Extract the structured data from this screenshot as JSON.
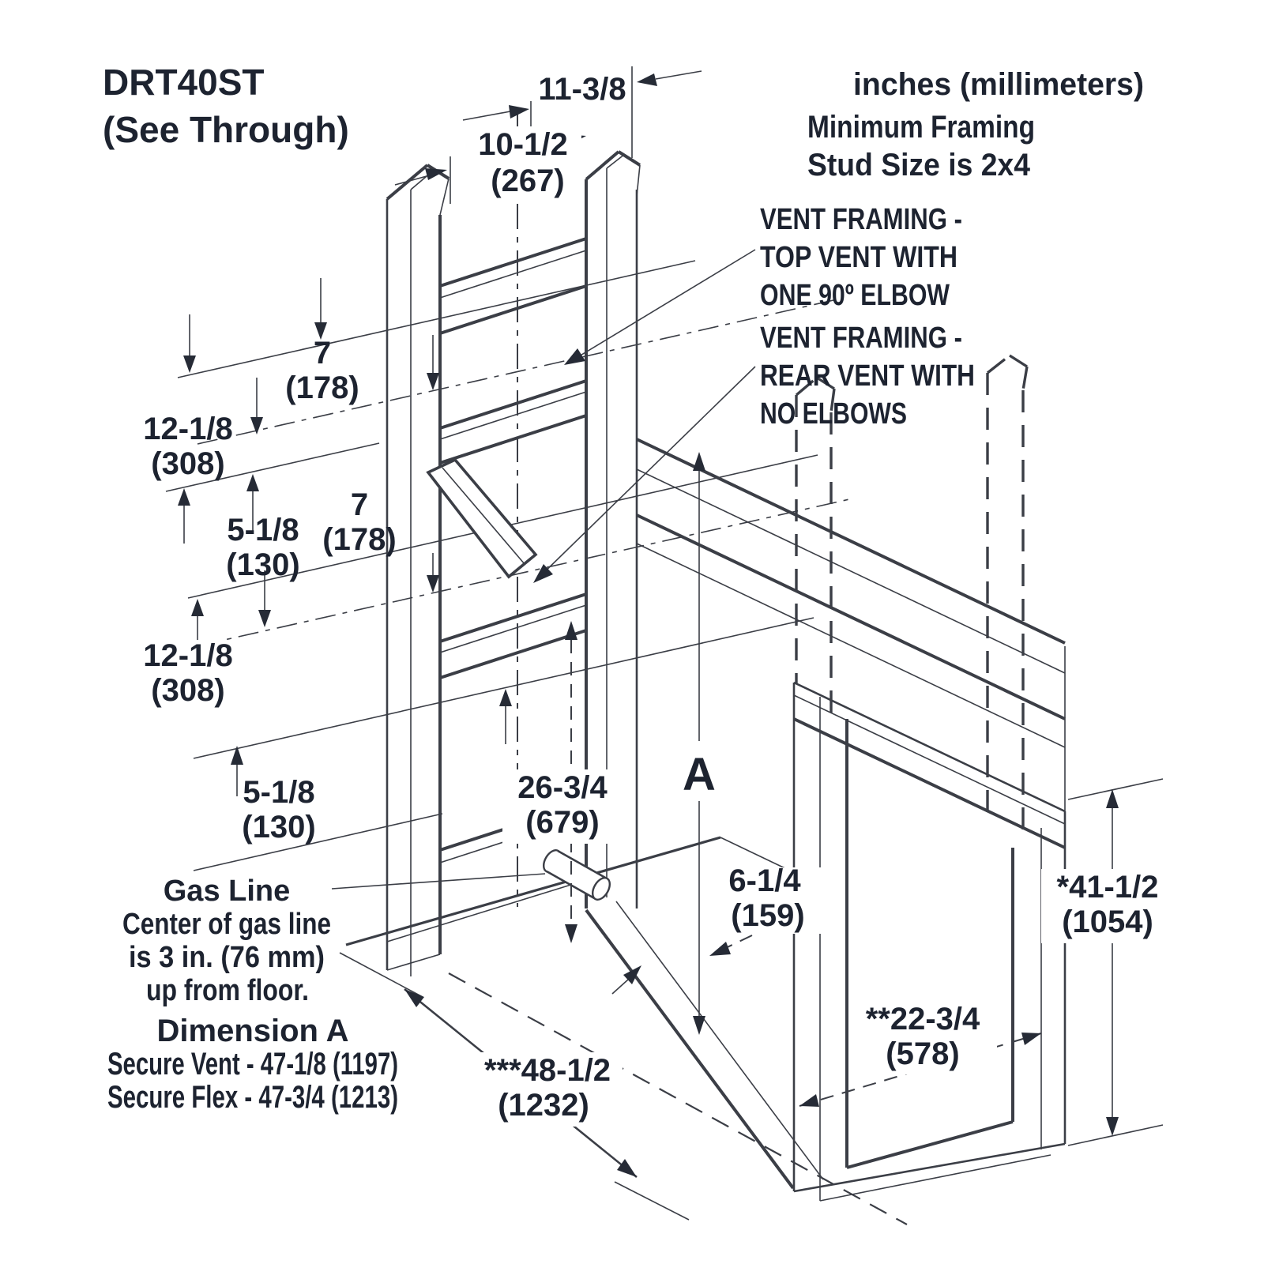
{
  "title": {
    "model": "DRT40ST",
    "variant": "(See Through)"
  },
  "notes": {
    "units": "inches (millimeters)",
    "framing1": "Minimum Framing",
    "framing2": "Stud Size is 2x4"
  },
  "callouts": {
    "top_vent1": "VENT FRAMING -",
    "top_vent2": "TOP VENT WITH",
    "top_vent3": "ONE 90º ELBOW",
    "rear_vent1": "VENT FRAMING -",
    "rear_vent2": "REAR VENT WITH",
    "rear_vent3": "NO ELBOWS"
  },
  "gas_note": {
    "l1": "Gas Line",
    "l2": "Center of gas line",
    "l3": "is 3 in. (76 mm)",
    "l4": "up from floor."
  },
  "dim_a_note": {
    "l1": "Dimension A",
    "l2": "Secure Vent - 47-1/8 (1197)",
    "l3": "Secure Flex - 47-3/4 (1213)"
  },
  "dims": {
    "top": {
      "in": "11-3/8"
    },
    "opening": {
      "in": "10-1/2",
      "mm": "(267)"
    },
    "seven_a": {
      "in": "7",
      "mm": "(178)"
    },
    "twelve_a": {
      "in": "12-1/8",
      "mm": "(308)"
    },
    "five_a": {
      "in": "5-1/8",
      "mm": "(130)"
    },
    "seven_b": {
      "in": "7",
      "mm": "(178)"
    },
    "twelve_b": {
      "in": "12-1/8",
      "mm": "(308)"
    },
    "five_b": {
      "in": "5-1/8",
      "mm": "(130)"
    },
    "depth": {
      "in": "26-3/4",
      "mm": "(679)"
    },
    "a_label": "A",
    "six": {
      "in": "6-1/4",
      "mm": "(159)"
    },
    "height": {
      "in": "*41-1/2",
      "mm": "(1054)"
    },
    "rear_width": {
      "in": "**22-3/4",
      "mm": "(578)"
    },
    "total": {
      "in": "***48-1/2",
      "mm": "(1232)"
    }
  },
  "colors": {
    "ink": "#1d2330",
    "line": "#3b3e46",
    "background": "#ffffff"
  }
}
